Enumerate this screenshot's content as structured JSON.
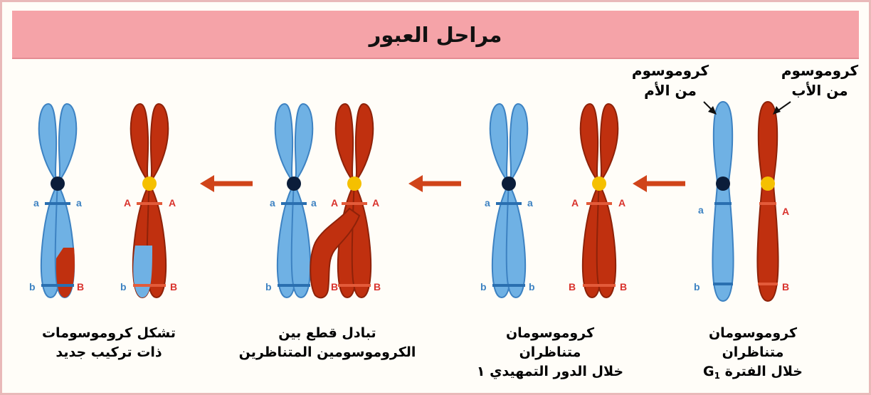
{
  "title": "مراحل العبور",
  "parent_labels": {
    "father": {
      "line1": "كروموسوم",
      "line2": "من الأب"
    },
    "mother": {
      "line1": "كروموسوم",
      "line2": "من الأم"
    }
  },
  "stage_captions": [
    {
      "line1": "كروموسومان",
      "line2": "متناظران",
      "line3_text": "خلال الفترة",
      "line3_sym": "G",
      "line3_sub": "1"
    },
    {
      "line1": "كروموسومان",
      "line2": "متناظران",
      "line3": "خلال الدور التمهيدي ١"
    },
    {
      "line1": "تبادل قطع بين",
      "line2": "الكروموسومين المتناظرين"
    },
    {
      "line1": "تشكل كروموسومات",
      "line2": "ذات تركيب جديد"
    }
  ],
  "allele_labels": {
    "dom_a": "A",
    "rec_a": "a",
    "dom_b": "B",
    "rec_b": "b"
  },
  "colors": {
    "paternal": "#c0300f",
    "maternal": "#6fb1e4",
    "arrow": "#d0441a",
    "centromere_pat": "#f5c000",
    "centromere_mat": "#0b1d3a",
    "title_bg": "#f5a3a8"
  }
}
